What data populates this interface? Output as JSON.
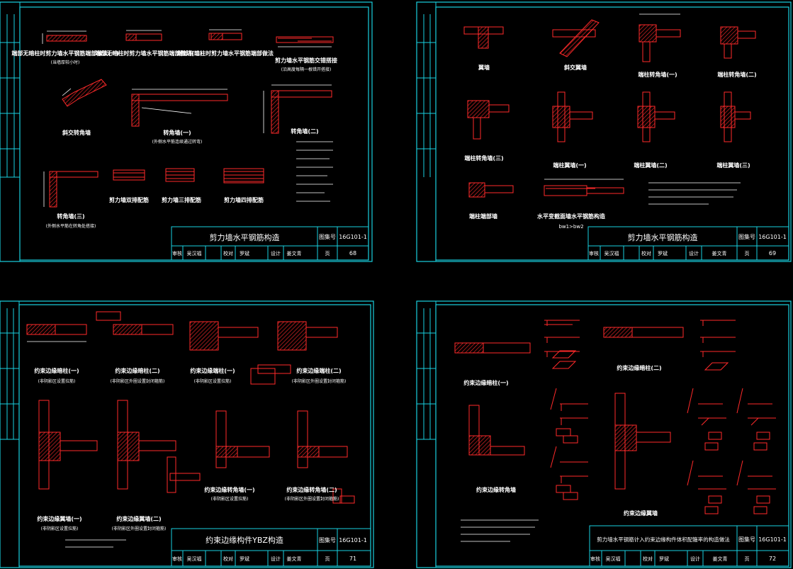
{
  "colors": {
    "border": "#19d0e0",
    "rebar": "#ff2a2a",
    "text": "#ffffff",
    "background": "#000000"
  },
  "title_block_labels": {
    "atlas_no": "图集号",
    "review": "审核",
    "check": "校对",
    "design": "设计",
    "page": "页",
    "reviewer": "吴汉福",
    "checker": "罗斌",
    "designer": "姜文青"
  },
  "sheets": [
    {
      "id": "sheet-68",
      "title": "剪力墙水平钢筋构造",
      "atlas": "16G101-1",
      "page": "68",
      "captions": [
        {
          "text": "端部无暗柱时剪力墙水平钢筋端部做法(一)",
          "sub": "(当墙厚较小时)"
        },
        {
          "text": "端部无暗柱时剪力墙水平钢筋端部做法(二)",
          "sub": ""
        },
        {
          "text": "端部有暗柱时剪力墙水平钢筋端部做法",
          "sub": ""
        },
        {
          "text": "剪力墙水平钢筋交错搭接",
          "sub": "(沿高度每隔一根错开搭接)"
        },
        {
          "text": "斜交转角墙",
          "sub": ""
        },
        {
          "text": "转角墙(一)",
          "sub": "(外侧水平筋连续通过转弯)"
        },
        {
          "text": "转角墙(二)",
          "sub": ""
        },
        {
          "text": "转角墙(三)",
          "sub": "(外侧水平筋在转角处搭接)"
        },
        {
          "text": "剪力墙双排配筋",
          "sub": ""
        },
        {
          "text": "剪力墙三排配筋",
          "sub": ""
        },
        {
          "text": "剪力墙四排配筋",
          "sub": ""
        }
      ]
    },
    {
      "id": "sheet-69",
      "title": "剪力墙水平钢筋构造",
      "atlas": "16G101-1",
      "page": "69",
      "captions": [
        {
          "text": "翼墙",
          "sub": ""
        },
        {
          "text": "斜交翼墙",
          "sub": ""
        },
        {
          "text": "端柱转角墙(一)",
          "sub": ""
        },
        {
          "text": "端柱转角墙(二)",
          "sub": ""
        },
        {
          "text": "端柱转角墙(三)",
          "sub": ""
        },
        {
          "text": "端柱翼墙(一)",
          "sub": ""
        },
        {
          "text": "端柱翼墙(二)",
          "sub": ""
        },
        {
          "text": "端柱翼墙(三)",
          "sub": ""
        },
        {
          "text": "端柱端部墙",
          "sub": ""
        },
        {
          "text": "水平变截面墙水平钢筋构造",
          "sub": ""
        }
      ],
      "extra_label": "bw1>bw2"
    },
    {
      "id": "sheet-71",
      "title": "约束边缘构件YBZ构造",
      "atlas": "16G101-1",
      "page": "71",
      "captions": [
        {
          "text": "约束边缘暗柱(一)",
          "sub": "(非阴影区设置拉筋)"
        },
        {
          "text": "约束边缘暗柱(二)",
          "sub": "(非阴影区外圈设置封闭箍筋)"
        },
        {
          "text": "约束边缘端柱(一)",
          "sub": "(非阴影区设置拉筋)"
        },
        {
          "text": "约束边缘端柱(二)",
          "sub": "(非阴影区外圈设置封闭箍筋)"
        },
        {
          "text": "约束边缘翼墙(一)",
          "sub": "(非阴影区设置拉筋)"
        },
        {
          "text": "约束边缘翼墙(二)",
          "sub": "(非阴影区外圈设置封闭箍筋)"
        },
        {
          "text": "约束边缘转角墙(一)",
          "sub": "(非阴影区设置拉筋)"
        },
        {
          "text": "约束边缘转角墙(二)",
          "sub": "(非阴影区外圈设置封闭箍筋)"
        }
      ]
    },
    {
      "id": "sheet-72",
      "title": "剪力墙水平钢筋计入约束边缘构件体积配箍率的构造做法",
      "atlas": "16G101-1",
      "page": "72",
      "captions": [
        {
          "text": "约束边缘暗柱(一)",
          "sub": ""
        },
        {
          "text": "约束边缘暗柱(二)",
          "sub": ""
        },
        {
          "text": "约束边缘转角墙",
          "sub": ""
        },
        {
          "text": "约束边缘翼墙",
          "sub": ""
        }
      ]
    }
  ]
}
